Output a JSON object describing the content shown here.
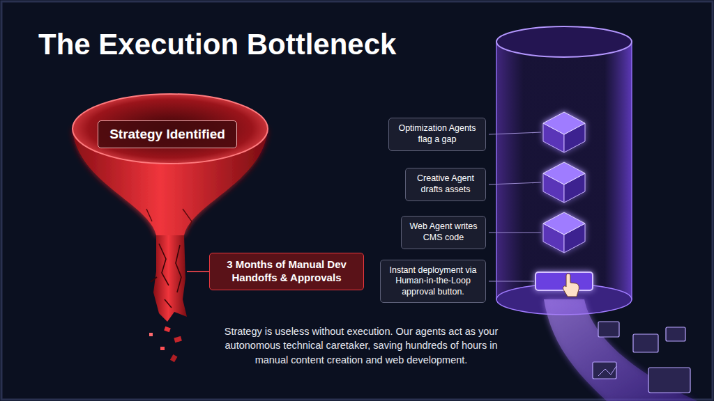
{
  "diagram": {
    "title": "The Execution Bottleneck",
    "caption": "Strategy is useless without execution. Our agents act as your autonomous technical caretaker, saving hundreds of hours in manual content creation and web development.",
    "nodes": [
      {
        "text": [
          "Strategy Identified"
        ]
      },
      {
        "text": [
          "3 Months of Manual Dev Handoffs & Approvals"
        ]
      },
      {
        "text": [
          "Optimization Agents flag a gap"
        ]
      },
      {
        "text": [
          "Creative Agent drafts assets"
        ]
      },
      {
        "text": [
          "Web Agent writes CMS code"
        ]
      },
      {
        "text": [
          "Instant deployment via Human-in-the-Loop approval button."
        ]
      }
    ],
    "edges": [
      {
        "from": 0,
        "to": 2,
        "arrow": "none"
      }
    ]
  }
}
